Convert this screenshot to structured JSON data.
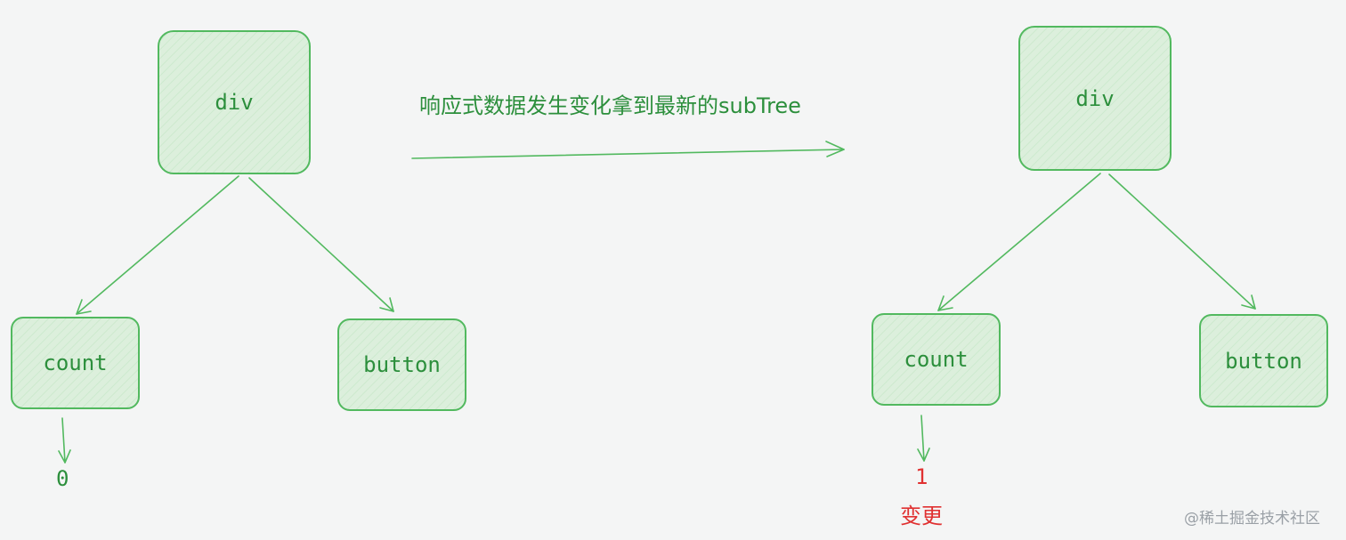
{
  "diagram": {
    "arrow_label": "响应式数据发生变化拿到最新的subTree",
    "colors": {
      "stroke": "#52b95f",
      "fill": "#dcefdc",
      "text": "#2c8f3c",
      "changed": "#e03131"
    },
    "left_tree": {
      "root": "div",
      "children": [
        "count",
        "button"
      ],
      "count_value": "0"
    },
    "right_tree": {
      "root": "div",
      "children": [
        "count",
        "button"
      ],
      "count_value": "1",
      "change_note": "变更"
    }
  },
  "watermark": "@稀土掘金技术社区"
}
